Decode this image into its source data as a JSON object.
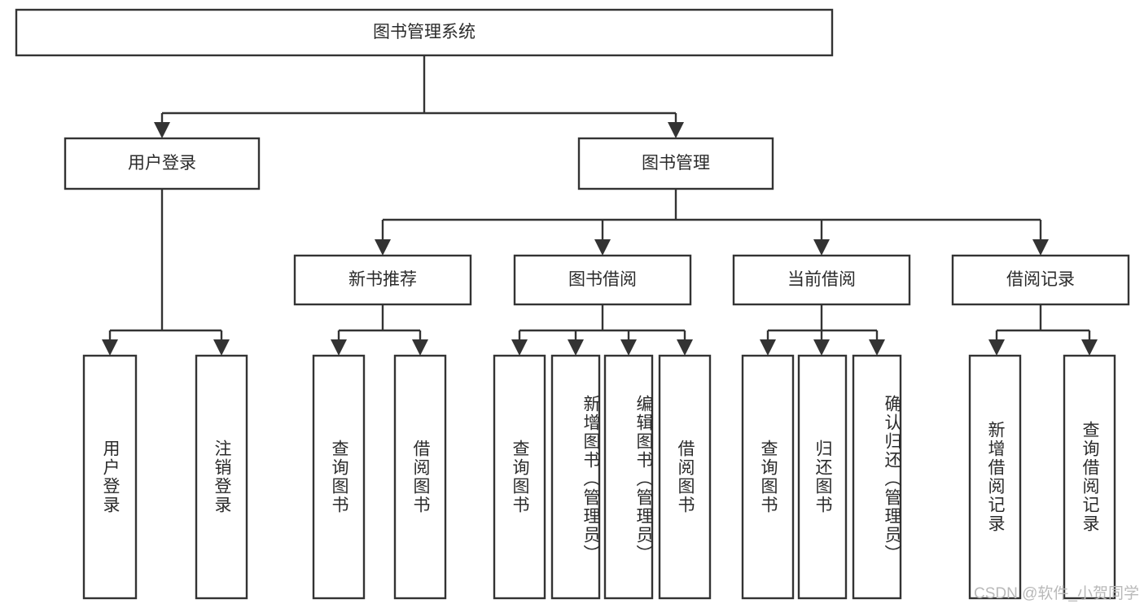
{
  "diagram": {
    "type": "tree",
    "title": "图书管理系统",
    "watermark": "CSDN @软件_小贺同学",
    "colors": {
      "background": "#ffffff",
      "stroke": "#333333",
      "text": "#2b2b2b",
      "watermark": "#b9b9b9"
    },
    "root": {
      "id": "root",
      "label": "图书管理系统",
      "orientation": "horizontal"
    },
    "level2": [
      {
        "id": "user-login",
        "label": "用户登录",
        "orientation": "horizontal"
      },
      {
        "id": "book-manage",
        "label": "图书管理",
        "orientation": "horizontal"
      }
    ],
    "level3": [
      {
        "id": "new-book-recommend",
        "label": "新书推荐",
        "orientation": "horizontal"
      },
      {
        "id": "book-borrow",
        "label": "图书借阅",
        "orientation": "horizontal"
      },
      {
        "id": "current-borrow",
        "label": "当前借阅",
        "orientation": "horizontal"
      },
      {
        "id": "borrow-record",
        "label": "借阅记录",
        "orientation": "horizontal"
      }
    ],
    "leaves": [
      {
        "id": "leaf-user-login",
        "label": "用户登录",
        "parent": "user-login",
        "orientation": "vertical"
      },
      {
        "id": "leaf-logout",
        "label": "注销登录",
        "parent": "user-login",
        "orientation": "vertical"
      },
      {
        "id": "leaf-query-book-1",
        "label": "查询图书",
        "parent": "new-book-recommend",
        "orientation": "vertical"
      },
      {
        "id": "leaf-borrow-book-1",
        "label": "借阅图书",
        "parent": "new-book-recommend",
        "orientation": "vertical"
      },
      {
        "id": "leaf-query-book-2",
        "label": "查询图书",
        "parent": "book-borrow",
        "orientation": "vertical"
      },
      {
        "id": "leaf-add-book",
        "label": "新增图书（管理员）",
        "parent": "book-borrow",
        "orientation": "vertical"
      },
      {
        "id": "leaf-edit-book",
        "label": "编辑图书（管理员）",
        "parent": "book-borrow",
        "orientation": "vertical"
      },
      {
        "id": "leaf-borrow-book-2",
        "label": "借阅图书",
        "parent": "book-borrow",
        "orientation": "vertical"
      },
      {
        "id": "leaf-query-book-3",
        "label": "查询图书",
        "parent": "current-borrow",
        "orientation": "vertical"
      },
      {
        "id": "leaf-return-book",
        "label": "归还图书",
        "parent": "current-borrow",
        "orientation": "vertical"
      },
      {
        "id": "leaf-confirm-return",
        "label": "确认归还（管理员）",
        "parent": "current-borrow",
        "orientation": "vertical"
      },
      {
        "id": "leaf-add-record",
        "label": "新增借阅记录",
        "parent": "borrow-record",
        "orientation": "vertical"
      },
      {
        "id": "leaf-query-record",
        "label": "查询借阅记录",
        "parent": "borrow-record",
        "orientation": "vertical"
      }
    ]
  }
}
